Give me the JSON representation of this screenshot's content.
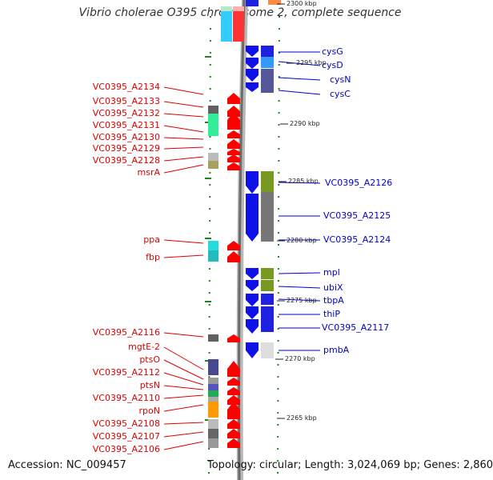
{
  "title": "Vibrio cholerae O395 chromosome 2, complete sequence",
  "accession": "Accession: NC_009457",
  "footer": "Topology: circular; Length: 3,024,069 bp; Genes: 2,860",
  "colors": {
    "forward": "#ff0000",
    "reverse": "#1010e8",
    "left_label": "#e00000",
    "right_label": "#0000cc"
  },
  "scale_ticks": [
    "2300 kbp",
    "2295 kbp",
    "2290 kbp",
    "2285 kbp",
    "2280 kbp",
    "2275 kbp",
    "2270 kbp",
    "2265 kbp"
  ],
  "left_genes": [
    "VC0395_A2134",
    "VC0395_A2133",
    "VC0395_A2132",
    "VC0395_A2131",
    "VC0395_A2130",
    "VC0395_A2129",
    "VC0395_A2128",
    "msrA",
    "ppa",
    "fbp",
    "VC0395_A2116",
    "mgtE-2",
    "ptsO",
    "VC0395_A2112",
    "ptsN",
    "VC0395_A2110",
    "rpoN",
    "VC0395_A2108",
    "VC0395_A2107",
    "VC0395_A2106"
  ],
  "right_genes": [
    "cysG",
    "cysD",
    "cysN",
    "cysC",
    "VC0395_A2126",
    "VC0395_A2125",
    "VC0395_A2124",
    "mpl",
    "ubiX",
    "tbpA",
    "thiP",
    "VC0395_A2117",
    "pmbA"
  ]
}
